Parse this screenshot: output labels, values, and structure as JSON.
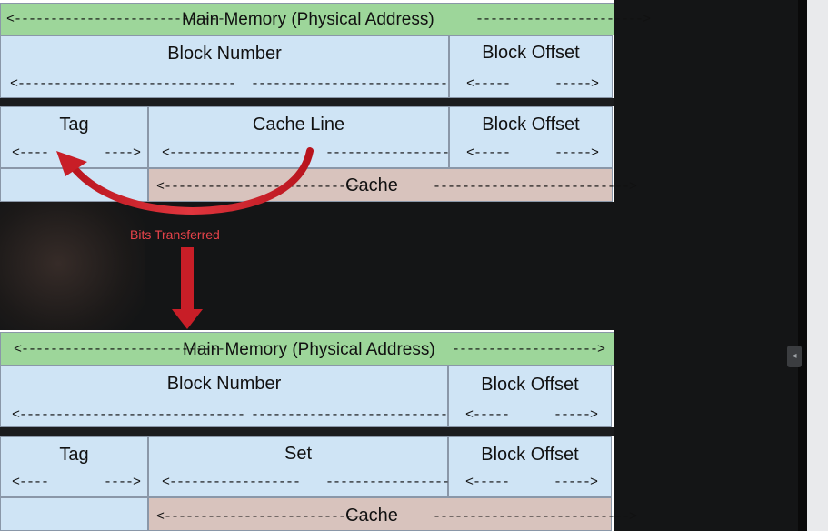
{
  "top": {
    "header": {
      "left": "<-----------------------------",
      "title": "Main Memory (Physical Address)",
      "right": "----------------------->"
    },
    "row1": {
      "block_number": "Block Number",
      "block_number_left": "<------------------------------",
      "block_number_right": "------------------------------>",
      "block_offset": "Block Offset",
      "offset_left": "<-----",
      "offset_right": "----->"
    },
    "row2": {
      "tag": "Tag",
      "tag_left": "<----",
      "tag_right": "---->",
      "middle": "Cache Line",
      "middle_left": "<------------------",
      "middle_right": "------------------>",
      "block_offset": "Block Offset",
      "offset_left": "<-----",
      "offset_right": "----->"
    },
    "cache": {
      "left": "<---------------------------",
      "title": "Cache",
      "right": "--------------------------->"
    }
  },
  "transfer_label": "Bits Transferred",
  "bottom": {
    "header": {
      "left": "<----------------------------",
      "title": "Main Memory (Physical Address)",
      "right": "-------------------->"
    },
    "row1": {
      "block_number": "Block Number",
      "block_number_left": "<-------------------------------",
      "block_number_right": "------------------------------>",
      "block_offset": "Block Offset",
      "offset_left": "<-----",
      "offset_right": "----->"
    },
    "row2": {
      "tag": "Tag",
      "tag_left": "<----",
      "tag_right": "---->",
      "middle": "Set",
      "middle_left": "<------------------",
      "middle_right": "------------------>",
      "block_offset": "Block Offset",
      "offset_left": "<-----",
      "offset_right": "----->"
    },
    "cache": {
      "left": "<---------------------------",
      "title": "Cache",
      "right": "--------------------------->"
    }
  },
  "colors": {
    "header_green": "#9dd69a",
    "cell_blue": "#cfe4f5",
    "cache_tan": "#d8c3bd",
    "arrow_red": "#d3212b",
    "label_red": "#e8434a"
  }
}
